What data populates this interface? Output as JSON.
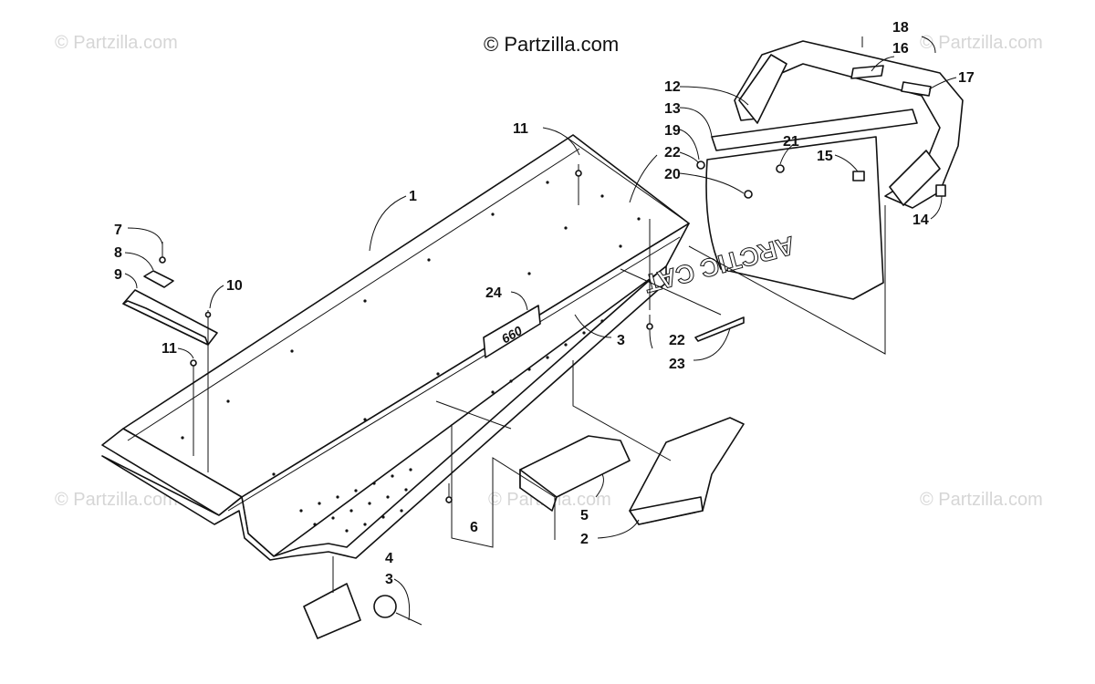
{
  "watermarks": {
    "center": "© Partzilla.com",
    "corner": "© Partzilla.com"
  },
  "callouts": [
    "1",
    "2",
    "3",
    "3",
    "4",
    "5",
    "6",
    "7",
    "8",
    "9",
    "10",
    "11",
    "11",
    "12",
    "13",
    "14",
    "15",
    "16",
    "17",
    "18",
    "19",
    "20",
    "21",
    "22",
    "22",
    "23",
    "24"
  ],
  "decal_text": {
    "flap": "ARCTIC CAT",
    "badge": "660"
  }
}
